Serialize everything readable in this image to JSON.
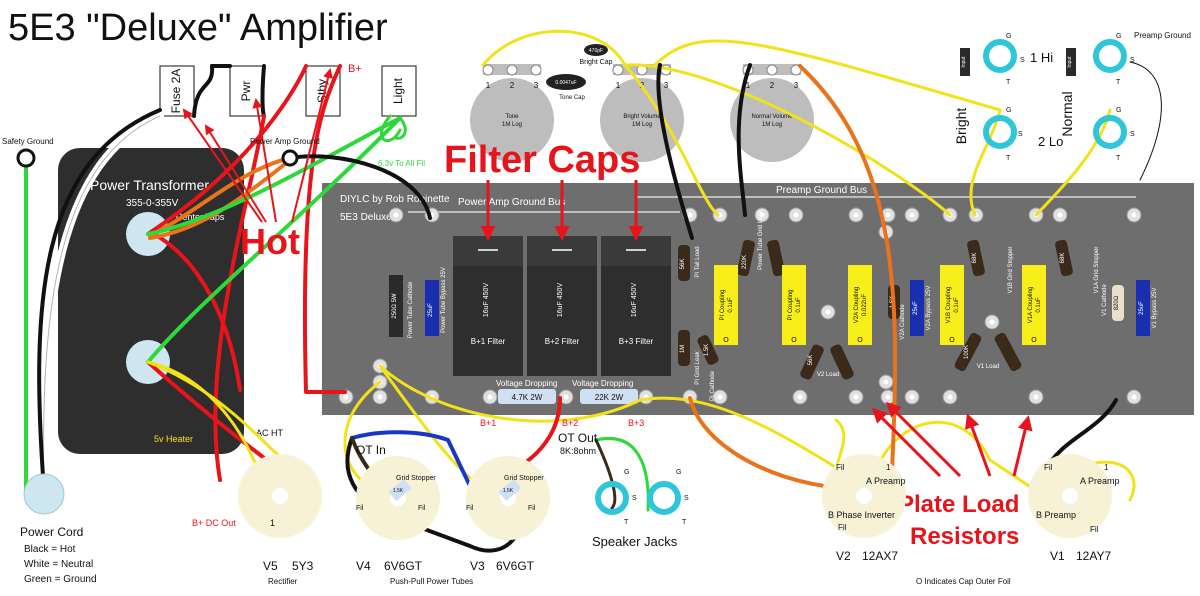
{
  "title": "5E3 \"Deluxe\" Amplifier",
  "colors": {
    "wire_red": "#e8141b",
    "wire_black": "#111111",
    "wire_yellow": "#f2e21a",
    "wire_green": "#2fd83a",
    "wire_orange": "#e8731a",
    "wire_white": "#ffffff",
    "wire_blue": "#1836c8",
    "board": "#6e6e6e",
    "cap_yellow": "#f7ee1a",
    "annotation_red": "#e8141b",
    "socket_cream": "#f7f1d6",
    "jack_cyan": "#2ec6d8"
  },
  "switches": {
    "fuse": "Fuse 2A",
    "power": "Pwr",
    "standby": "Stby",
    "light": "Light",
    "bplus": "B+"
  },
  "transformer": {
    "title": "Power Transformer",
    "spec": "355-0-355V",
    "center_taps": "Center Taps",
    "heater": "5v Heater",
    "ac_ht": "AC HT"
  },
  "labels": {
    "safety_ground": "Safety Ground",
    "power_amp_ground": "Power Amp Ground",
    "fil_supply": "6.3v To All Fil",
    "hot": "Hot",
    "filter_caps": "Filter Caps",
    "plate_load": [
      "Plate Load",
      "Resistors"
    ],
    "diylc": "DIYLC by Rob Robinette",
    "deluxe": "5E3 Deluxe",
    "power_amp_ground_bus": "Power Amp Ground Bus",
    "preamp_ground_bus": "Preamp Ground Bus",
    "preamp_ground": "Preamp Ground",
    "b1": "B+1",
    "b2": "B+2",
    "b3": "B+3",
    "bplus_dc": "B+ DC Out",
    "ot_in": "OT In",
    "ot_out": "OT Out",
    "ot_out_spec": "8K:8ohm",
    "speaker_jacks": "Speaker Jacks",
    "bright": "Bright",
    "normal": "Normal",
    "hi": "1 Hi",
    "lo": "2 Lo",
    "cap_note": "O Indicates Cap Outer Foil",
    "input": "Input"
  },
  "power_cord": {
    "title": "Power Cord",
    "lines": [
      "Black = Hot",
      "White = Neutral",
      "Green = Ground"
    ]
  },
  "pots": {
    "tone": {
      "name": "Tone",
      "value": "1M Log"
    },
    "bright_volume": {
      "name": "Bright Volume",
      "value": "1M Log"
    },
    "normal_volume": {
      "name": "Normal Volume",
      "value": "1M Log"
    },
    "bright_cap": "Bright Cap",
    "bright_cap_value": "470pF",
    "tone_cap": "Tone Cap",
    "tone_cap_value": "0.0047uF"
  },
  "filter_caps": [
    {
      "value": "16uF 450V",
      "label": "B+1 Filter"
    },
    {
      "value": "16uF 450V",
      "label": "B+2 Filter"
    },
    {
      "value": "16uF 450V",
      "label": "B+3 Filter"
    }
  ],
  "dropping_resistors": [
    {
      "title": "Voltage Dropping",
      "value": "4.7K 2W"
    },
    {
      "title": "Voltage Dropping",
      "value": "22K 2W"
    }
  ],
  "board_components": [
    {
      "name": "Power Tube Cathode",
      "value": "250Ω 5W"
    },
    {
      "name": "Power Tube Bypass 25V",
      "value": "25uF"
    },
    {
      "name": "PI Tail Load",
      "value": "56K"
    },
    {
      "name": "PI Grid Leak",
      "value": "1M"
    },
    {
      "name": "PI Cathode",
      "value": "1.5K"
    },
    {
      "name": "Power Tube Grid Leak",
      "value": "220K"
    },
    {
      "name": "PI Coupling",
      "value": "0.1uF"
    },
    {
      "name": "V2 Load",
      "value": "56K"
    },
    {
      "name": "V2A Coupling",
      "value": "0.022uF"
    },
    {
      "name": "V2A Cathode",
      "value": "1.5K"
    },
    {
      "name": "V2A Bypass 25V",
      "value": "25uF"
    },
    {
      "name": "V1B Coupling",
      "value": "0.1uF"
    },
    {
      "name": "V1B Grid Stopper",
      "value": "68K"
    },
    {
      "name": "V1 Load",
      "value": "100K"
    },
    {
      "name": "V1A Coupling",
      "value": "0.1uF"
    },
    {
      "name": "V1A Grid Stopper",
      "value": "68K"
    },
    {
      "name": "V1 Cathode",
      "value": "820Ω"
    },
    {
      "name": "V1 Bypass 25V",
      "value": "25uF"
    }
  ],
  "tubes": [
    {
      "id": "V5",
      "type": "5Y3",
      "caption": "Rectifier"
    },
    {
      "id": "V4",
      "type": "6V6GT",
      "caption": "Push-Pull Power Tubes"
    },
    {
      "id": "V3",
      "type": "6V6GT",
      "caption": ""
    },
    {
      "id": "V2",
      "type": "12AX7",
      "section_a": "A Preamp",
      "section_b": "B Phase Inverter"
    },
    {
      "id": "V1",
      "type": "12AY7",
      "section_a": "A Preamp",
      "section_b": "B Preamp"
    }
  ],
  "tube_pin_labels": {
    "fil": "Fil",
    "pin1": "1",
    "grid_stopper": "Grid Stopper",
    "grid_stopper_value": "1.5K"
  },
  "jack_pins": {
    "g": "G",
    "s": "S",
    "t": "T"
  },
  "pot_pins": [
    "1",
    "2",
    "3"
  ]
}
